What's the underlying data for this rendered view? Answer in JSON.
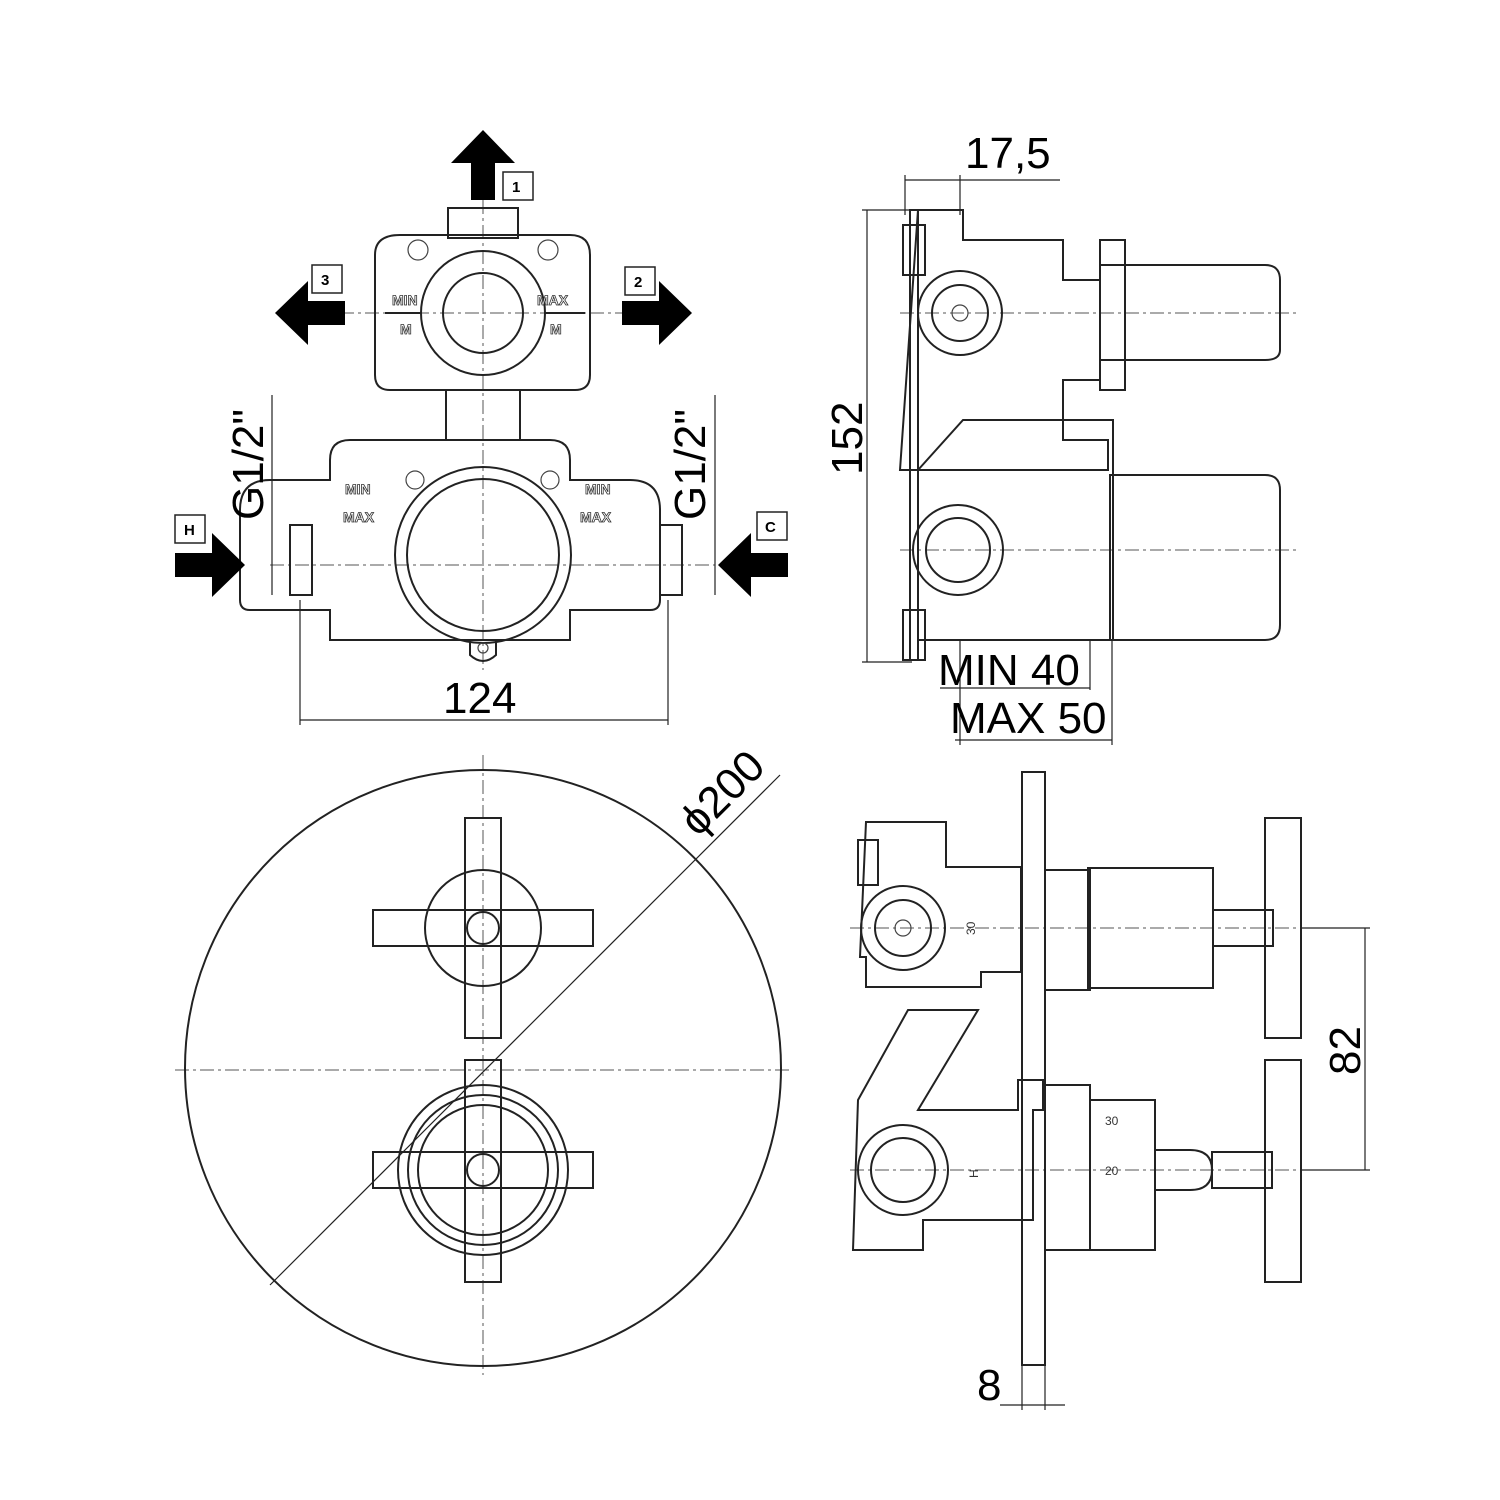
{
  "title": "Thermostatic concealed mixer technical drawing",
  "front_body": {
    "outlet_labels": {
      "top": "1",
      "right": "2",
      "left": "3"
    },
    "inlet_labels": {
      "hot": "H",
      "cold": "C"
    },
    "thread_left": "G1/2\"",
    "thread_right": "G1/2\"",
    "width_dim": "124",
    "upper_marks": {
      "min": "MIN",
      "max": "MAX",
      "m_left": "M",
      "m_right": "M"
    },
    "lower_marks": {
      "min_left": "MIN",
      "max_left": "MAX",
      "min_right": "MIN",
      "max_right": "MAX"
    }
  },
  "side_body": {
    "depth_dim": "17,5",
    "height_dim": "152",
    "min_depth": "MIN 40",
    "max_depth": "MAX 50"
  },
  "front_plate": {
    "diameter_dim": "ϕ200"
  },
  "side_assembly": {
    "spacing_dim": "82",
    "plate_thickness": "8",
    "scale_30": "30",
    "scale_20": "20",
    "hot_mark": "H",
    "upper_mark": "30"
  }
}
